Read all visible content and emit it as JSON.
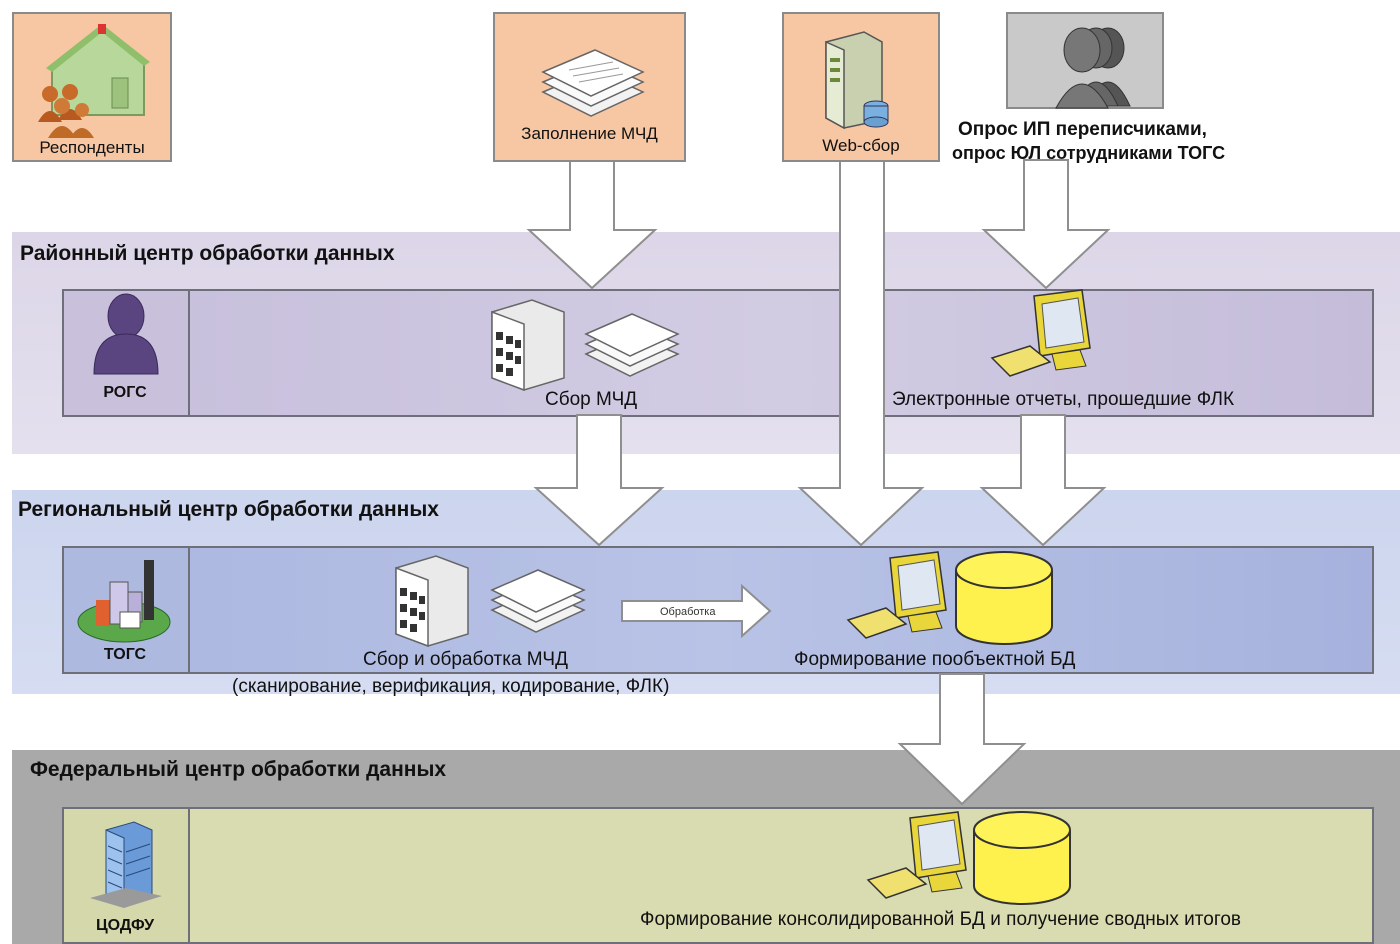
{
  "sources": {
    "respondents": "Респонденты",
    "fill_mchd": "Заполнение МЧД",
    "web": "Web-сбор",
    "survey_line1": "Опрос ИП переписчиками,",
    "survey_line2": "опрос ЮЛ сотрудниками ТОГС"
  },
  "district": {
    "title": "Районный центр обработки данных",
    "org": "РОГС",
    "collect": "Сбор МЧД",
    "reports": "Электронные отчеты, прошедшие ФЛК"
  },
  "regional": {
    "title": "Региональный центр обработки данных",
    "org": "ТОГС",
    "collect_line1": "Сбор и обработка МЧД",
    "collect_line2": "(сканирование, верификация, кодирование, ФЛК)",
    "processing": "Обработка",
    "db": "Формирование пообъектной БД"
  },
  "federal": {
    "title": "Федеральный центр обработки данных",
    "org": "ЦОДФУ",
    "db": "Формирование консолидированной БД и получение сводных итогов"
  },
  "colors": {
    "district_band": "#d9d3e6",
    "district_inner": "#c6bfdb",
    "regional_band": "#cdd6ee",
    "regional_inner": "#a8b5df",
    "federal_band": "#a9a9a9",
    "federal_inner": "#d8dcb0",
    "source_box": "#f7c7a4",
    "survey_box": "#c9c9c9",
    "db_yellow": "#fff14d"
  }
}
